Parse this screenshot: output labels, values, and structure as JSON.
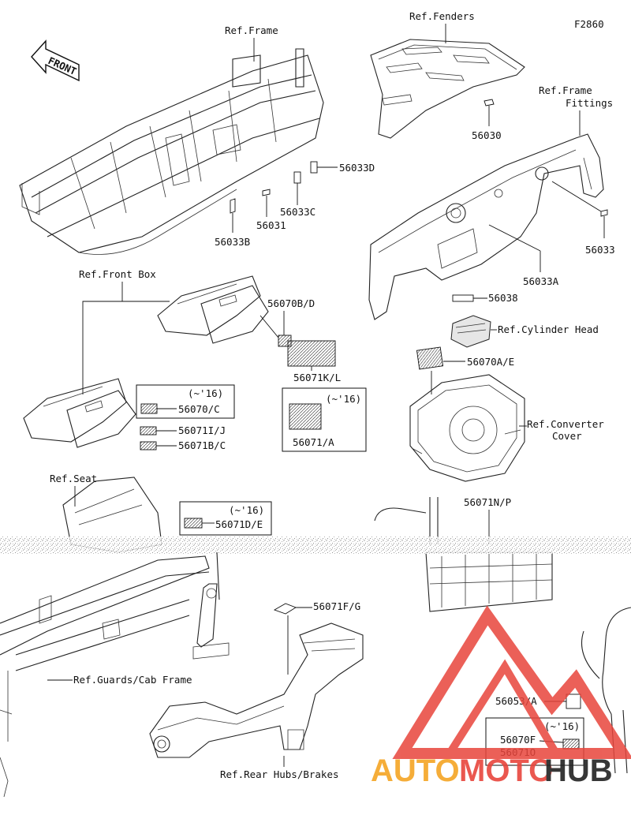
{
  "figure_code": "F2860",
  "front_arrow_label": "FRONT",
  "refs": {
    "fenders": "Ref.Fenders",
    "frame": "Ref.Frame",
    "frame_fittings_1": "Ref.Frame",
    "frame_fittings_2": "Fittings",
    "front_box": "Ref.Front Box",
    "cylinder_head": "Ref.Cylinder Head",
    "converter_cover_1": "Ref.Converter",
    "converter_cover_2": "Cover",
    "seat": "Ref.Seat",
    "guards_cab_frame": "Ref.Guards/Cab Frame",
    "rear_hubs_brakes": "Ref.Rear Hubs/Brakes"
  },
  "parts": {
    "p56030": "56030",
    "p56033D": "56033D",
    "p56033C": "56033C",
    "p56031": "56031",
    "p56033B": "56033B",
    "p56033": "56033",
    "p56033A": "56033A",
    "p56038": "56038",
    "p56070BD": "56070B/D",
    "p56071KL": "56071K/L",
    "p56070AE": "56070A/E",
    "p56070C": "56070/C",
    "p56071IJ": "56071I/J",
    "p56071BC": "56071B/C",
    "p56071A": "56071/A",
    "p56071DE": "56071D/E",
    "p56071NP": "56071N/P",
    "p56071FG": "56071F/G",
    "p56053A": "56053/A",
    "p56070F": "56070F",
    "p56071O": "56071O"
  },
  "year_notes": {
    "box_a": "(~'16)",
    "box_b": "(~'16)",
    "box_c": "(~'16)",
    "box_d": "(~'16)"
  },
  "watermark": {
    "part1": "AUTO",
    "part2": "MOTO",
    "part3": "HUB",
    "color_red": "#e8453c",
    "color_orange": "#f5a524"
  }
}
